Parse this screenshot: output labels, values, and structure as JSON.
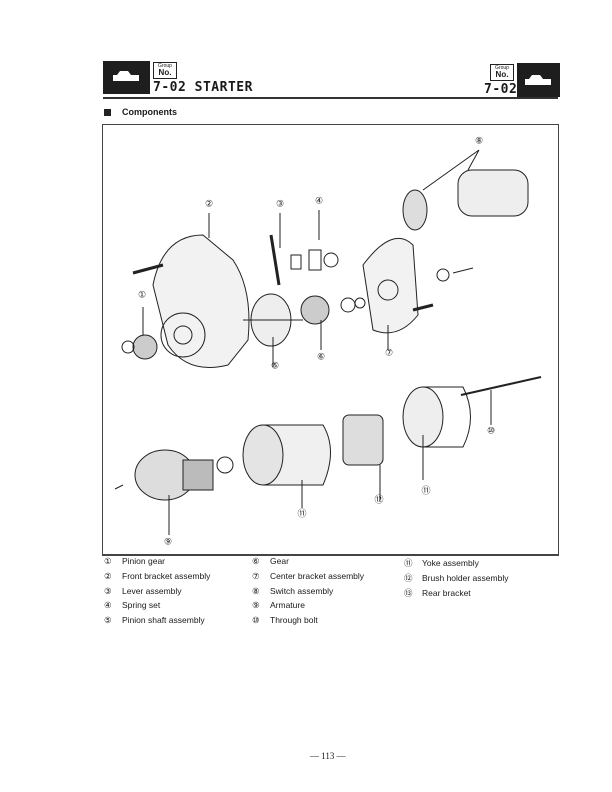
{
  "header": {
    "group_label": "Group",
    "no_label": "No.",
    "title": "7-02 STARTER",
    "group_number": "7-02"
  },
  "section": {
    "title": "Components"
  },
  "figure": {
    "callouts": [
      "⑧",
      "②",
      "③",
      "④",
      "①",
      "⑤",
      "⑥",
      "⑦",
      "⑩",
      "⑪",
      "⑫",
      "⑪",
      "⑨"
    ]
  },
  "legend": [
    {
      "num": "①",
      "label": "Pinion gear"
    },
    {
      "num": "②",
      "label": "Front bracket assembly"
    },
    {
      "num": "③",
      "label": "Lever assembly"
    },
    {
      "num": "④",
      "label": "Spring set"
    },
    {
      "num": "⑤",
      "label": "Pinion shaft assembly"
    },
    {
      "num": "⑥",
      "label": "Gear"
    },
    {
      "num": "⑦",
      "label": "Center bracket assembly"
    },
    {
      "num": "⑧",
      "label": "Switch assembly"
    },
    {
      "num": "⑨",
      "label": "Armature"
    },
    {
      "num": "⑩",
      "label": "Through bolt"
    },
    {
      "num": "⑪",
      "label": "Yoke assembly"
    },
    {
      "num": "⑫",
      "label": "Brush holder assembly"
    },
    {
      "num": "⑬",
      "label": "Rear bracket"
    }
  ],
  "footer": {
    "page_number": "— 113 —"
  }
}
